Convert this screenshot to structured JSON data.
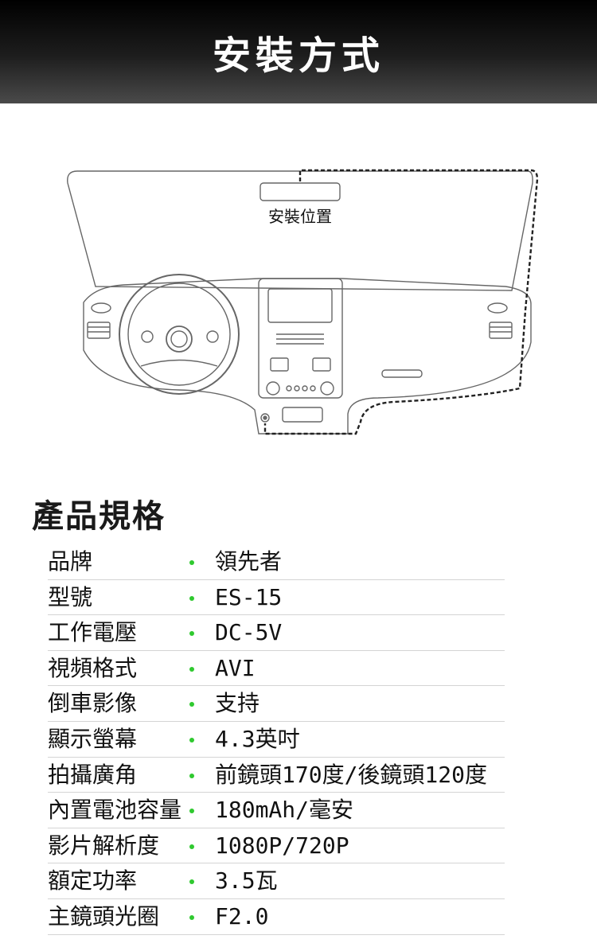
{
  "header": {
    "title": "安裝方式"
  },
  "diagram": {
    "install_label": "安裝位置"
  },
  "specs": {
    "title": "產品規格",
    "rows": [
      {
        "label": "品牌",
        "value": "領先者"
      },
      {
        "label": "型號",
        "value": "ES-15"
      },
      {
        "label": "工作電壓",
        "value": "DC-5V"
      },
      {
        "label": "視頻格式",
        "value": "AVI"
      },
      {
        "label": "倒車影像",
        "value": "支持"
      },
      {
        "label": "顯示螢幕",
        "value": "4.3英吋"
      },
      {
        "label": "拍攝廣角",
        "value": "前鏡頭170度/後鏡頭120度"
      },
      {
        "label": "內置電池容量",
        "value": "180mAh/毫安"
      },
      {
        "label": "影片解析度",
        "value": "1080P/720P"
      },
      {
        "label": "額定功率",
        "value": "3.5瓦"
      },
      {
        "label": "主鏡頭光圈",
        "value": "F2.0"
      }
    ]
  },
  "colors": {
    "bullet": "#2fc92f",
    "divider": "#d4d4d4"
  }
}
